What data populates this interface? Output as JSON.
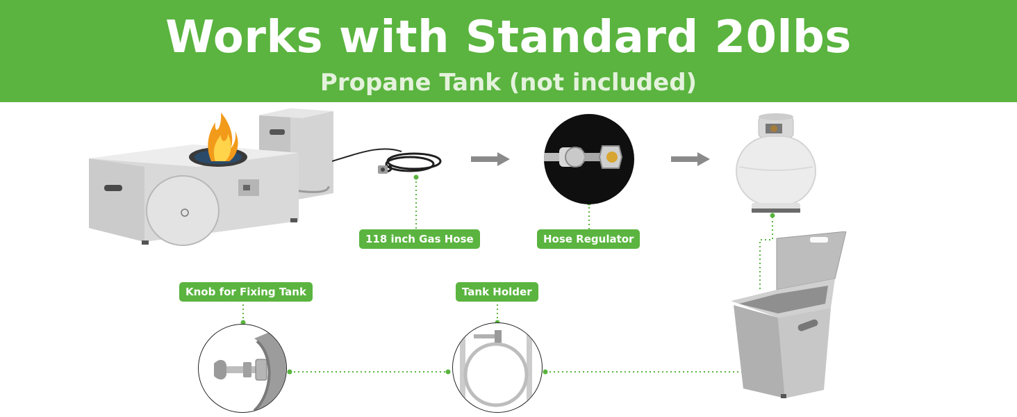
{
  "banner": {
    "title": "Works with Standard 20lbs",
    "subtitle": "Propane Tank (not included)",
    "background_color": "#5ab43f"
  },
  "labels": {
    "gas_hose": "118 inch Gas Hose",
    "hose_regulator": "Hose Regulator",
    "knob": "Knob for Fixing Tank",
    "tank_holder": "Tank Holder"
  },
  "colors": {
    "accent": "#5ab43f",
    "arrow": "#8a8a8a",
    "dotted_line": "#5ab43f"
  },
  "icons": {
    "arrows": [
      "arrow-right-icon",
      "arrow-right-icon"
    ]
  }
}
